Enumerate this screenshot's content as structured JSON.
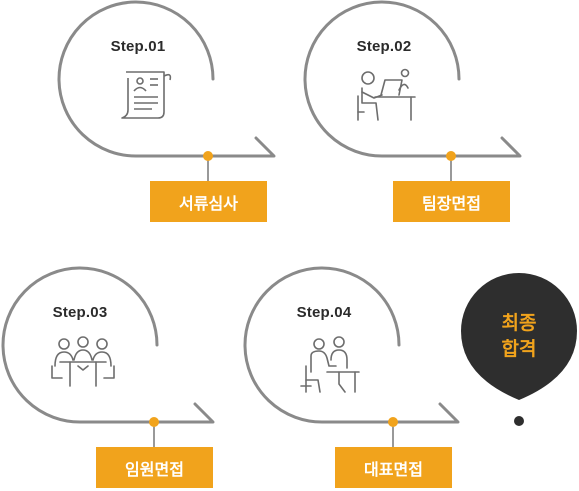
{
  "steps": [
    {
      "id": "step-1",
      "label": "Step.01",
      "stage": "서류심사",
      "icon": "document-resume-icon"
    },
    {
      "id": "step-2",
      "label": "Step.02",
      "stage": "팀장면접",
      "icon": "person-at-laptop-icon"
    },
    {
      "id": "step-3",
      "label": "Step.03",
      "stage": "임원면접",
      "icon": "meeting-table-icon"
    },
    {
      "id": "step-4",
      "label": "Step.04",
      "stage": "대표면접",
      "icon": "two-people-interview-icon"
    }
  ],
  "final": {
    "line1": "최종",
    "line2": "합격",
    "icon": "map-pin-icon"
  },
  "colors": {
    "accent": "#f1a31c",
    "line": "#8a8a8a",
    "dot": "#f1a31c",
    "pin": "#2e2e2e",
    "text": "#2b2b2b"
  }
}
